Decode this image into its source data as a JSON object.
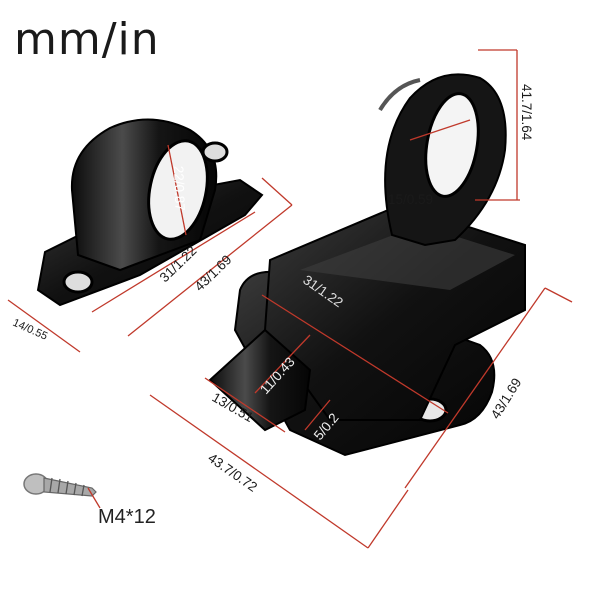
{
  "header": {
    "units_label": "mm/in"
  },
  "dimensions": {
    "keeper_height": "22/0.87",
    "keeper_inner_length": "31/1.22",
    "keeper_length": "43/1.69",
    "keeper_base_width": "14/0.55",
    "ring_height": "41.7/1.64",
    "ring_width": "15/0.59",
    "body_length": "31/1.22",
    "bolt_diameter": "11/0.43",
    "bolt_extension": "13/0.51",
    "bolt_step": "5/0.2",
    "body_width": "43/1.69",
    "total_length": "43.7/0.72"
  },
  "screw": {
    "label": "M4*12"
  },
  "colors": {
    "dimension_line": "#c0392b",
    "part": "#141414",
    "highlight": "#4a4a4a"
  }
}
